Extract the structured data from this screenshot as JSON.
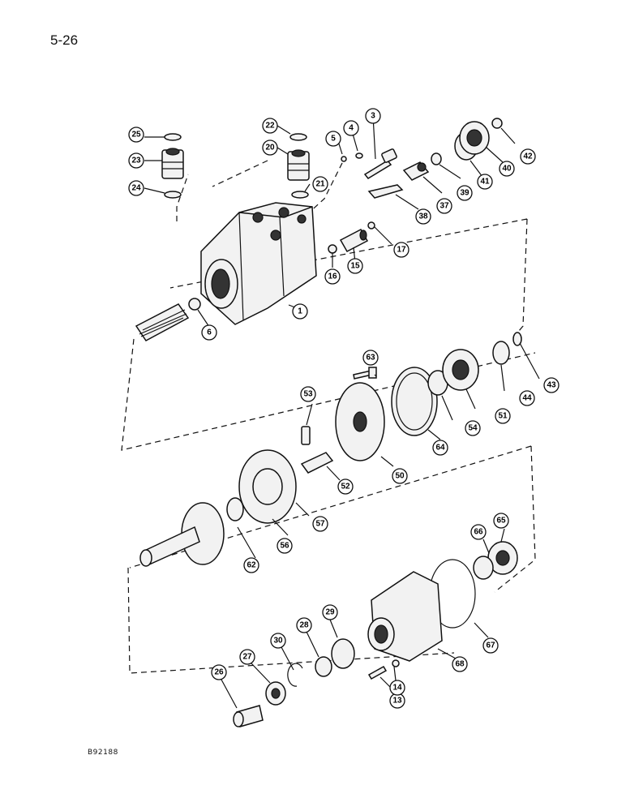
{
  "page_number": "5-26",
  "figure_id": "B92188",
  "callouts": [
    "1",
    "3",
    "4",
    "5",
    "6",
    "13",
    "14",
    "15",
    "16",
    "17",
    "20",
    "21",
    "22",
    "23",
    "24",
    "25",
    "26",
    "27",
    "28",
    "29",
    "30",
    "37",
    "38",
    "39",
    "40",
    "41",
    "42",
    "43",
    "44",
    "50",
    "51",
    "52",
    "53",
    "54",
    "56",
    "57",
    "62",
    "63",
    "64",
    "65",
    "66",
    "67",
    "68"
  ]
}
